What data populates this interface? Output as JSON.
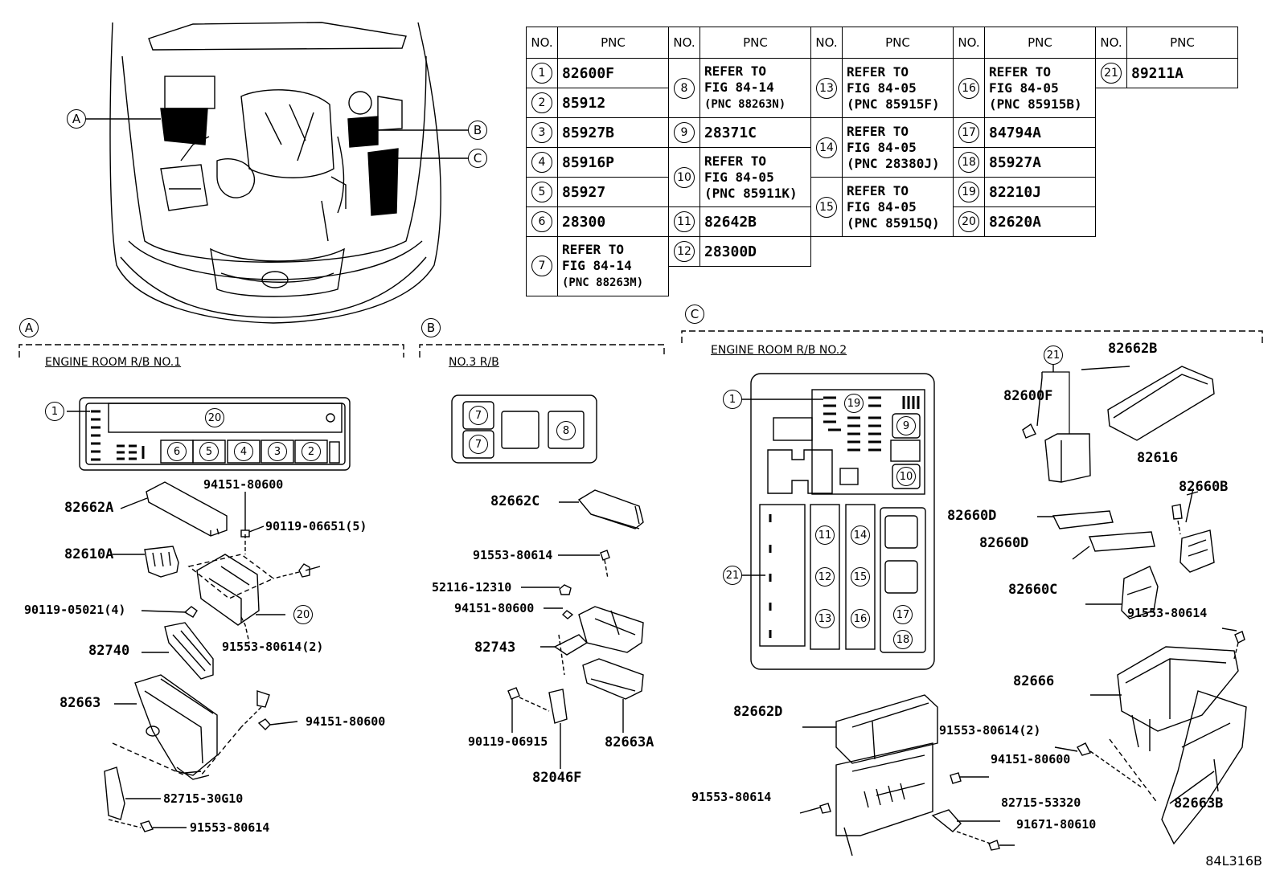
{
  "table": {
    "header_no": "NO.",
    "header_pnc": "PNC",
    "columns": [
      [
        {
          "no": "1",
          "pnc": "82600F"
        },
        {
          "no": "2",
          "pnc": "85912"
        },
        {
          "no": "3",
          "pnc": "85927B"
        },
        {
          "no": "4",
          "pnc": "85916P"
        },
        {
          "no": "5",
          "pnc": "85927"
        },
        {
          "no": "6",
          "pnc": "28300"
        },
        {
          "no": "7",
          "ref": [
            "REFER TO",
            "FIG 84-14",
            "(PNC 88263M)"
          ]
        }
      ],
      [
        {
          "no": "8",
          "ref": [
            "REFER TO",
            "FIG 84-14",
            "(PNC 88263N)"
          ]
        },
        {
          "no": "9",
          "pnc": "28371C"
        },
        {
          "no": "10",
          "ref": [
            "REFER TO",
            "FIG 84-05",
            "(PNC 85911K)"
          ]
        },
        {
          "no": "11",
          "pnc": "82642B"
        },
        {
          "no": "12",
          "pnc": "28300D"
        }
      ],
      [
        {
          "no": "13",
          "ref": [
            "REFER TO",
            "FIG 84-05",
            "(PNC 85915F)"
          ]
        },
        {
          "no": "14",
          "ref": [
            "REFER TO",
            "FIG 84-05",
            "(PNC 28380J)"
          ]
        },
        {
          "no": "15",
          "ref": [
            "REFER TO",
            "FIG 84-05",
            "(PNC 85915Q)"
          ]
        }
      ],
      [
        {
          "no": "16",
          "ref": [
            "REFER TO",
            "FIG 84-05",
            "(PNC 85915B)"
          ]
        },
        {
          "no": "17",
          "pnc": "84794A"
        },
        {
          "no": "18",
          "pnc": "85927A"
        },
        {
          "no": "19",
          "pnc": "82210J"
        },
        {
          "no": "20",
          "pnc": "82620A"
        }
      ],
      [
        {
          "no": "21",
          "pnc": "89211A"
        }
      ]
    ]
  },
  "overview": {
    "callouts": [
      "A",
      "B",
      "C"
    ]
  },
  "sections": {
    "a": {
      "letter": "A",
      "title": "ENGINE ROOM R/B NO.1"
    },
    "b": {
      "letter": "B",
      "title": "NO.3 R/B"
    },
    "c": {
      "letter": "C",
      "title": "ENGINE ROOM R/B NO.2"
    }
  },
  "labels_a": {
    "l1": "94151-80600",
    "l2": "82662A",
    "l3": "90119-06651(5)",
    "l4": "82610A",
    "l5": "90119-05021(4)",
    "l6": "82740",
    "l7": "91553-80614(2)",
    "l8": "82663",
    "l9": "94151-80600",
    "l10": "82715-30G10",
    "l11": "91553-80614"
  },
  "labels_b": {
    "l1": "82662C",
    "l2": "91553-80614",
    "l3": "52116-12310",
    "l4": "94151-80600",
    "l5": "82743",
    "l6": "90119-06915",
    "l7": "82663A",
    "l8": "82046F"
  },
  "labels_c": {
    "l1": "82662B",
    "l2": "82600F",
    "l3": "82616",
    "l4": "82660B",
    "l5": "82660D",
    "l6": "82660D",
    "l7": "82660C",
    "l8": "91553-80614",
    "l9": "82666",
    "l10": "82662D",
    "l11": "91553-80614(2)",
    "l12": "94151-80600",
    "l13": "91553-80614",
    "l14": "82715-53320",
    "l15": "91671-80610",
    "l16": "82663B"
  },
  "box_a_nums": [
    "1",
    "20",
    "6",
    "5",
    "4",
    "3",
    "2"
  ],
  "box_b_nums": [
    "7",
    "7",
    "8"
  ],
  "box_c_nums": [
    "1",
    "19",
    "9",
    "10",
    "21",
    "11",
    "14",
    "12",
    "15",
    "13",
    "16",
    "17",
    "18"
  ],
  "part_numbers": {
    "c21": "21",
    "a20": "20"
  },
  "figure_code": "84L316B"
}
